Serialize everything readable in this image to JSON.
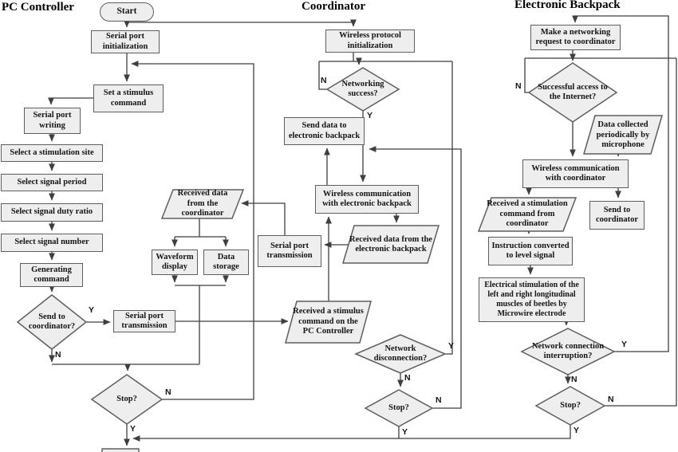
{
  "diagram": {
    "background_color": "#ffffff",
    "node_fill": "#eeeeee",
    "node_border": "#5e5e5e",
    "connector_color": "#3f3f3f",
    "text_color": "#141414"
  },
  "titles": {
    "pc_controller": "PC Controller",
    "coordinator": "Coordinator",
    "electronic_backpack": "Electronic Backpack"
  },
  "branch_labels": {
    "yes": "Y",
    "no": "N"
  },
  "nodes": {
    "start": "Start",
    "serial_port_initialization": "Serial port initialization",
    "set_stimulus_command": "Set a stimulus command",
    "serial_port_writing": "Serial port writing",
    "select_stimulation_site": "Select a stimulation site",
    "select_signal_period": "Select signal period",
    "select_signal_duty_ratio": "Select signal duty ratio",
    "select_signal_number": "Select signal number",
    "generating_command": "Generating command",
    "send_to_coordinator_q": "Send to coordinator?",
    "serial_port_transmission_pc": "Serial port transmission",
    "stop_pc_q": "Stop?",
    "wireless_protocol_initialization": "Wireless protocol initialization",
    "networking_success_q": "Networking success?",
    "send_data_to_backpack": "Send data to electronic backpack",
    "wireless_comm_backpack": "Wireless communication with electronic backpack",
    "received_data_from_backpack": "Received data from the electronic backpack",
    "serial_port_transmission_coord": "Serial port transmission",
    "received_data_from_coordinator": "Received data from the coordinator",
    "waveform_display": "Waveform display",
    "data_storage": "Data storage",
    "received_stimulus_on_pc": "Received a stimulus command on the PC Controller",
    "network_disconnection_q": "Network disconnection?",
    "stop_coord_q": "Stop?",
    "make_networking_request": "Make a networking request to coordinator",
    "successful_access_q": "Successful access to the Internet?",
    "data_collected_microphone": "Data collected periodically by microphone",
    "wireless_comm_coordinator": "Wireless communication with coordinator",
    "received_stimulation_command": "Received a stimulation command from coordinator",
    "send_to_coordinator": "Send to coordinator",
    "instruction_converted": "Instruction converted to level signal",
    "electrical_stimulation": "Electrical stimulation of the left and right longitudinal muscles of beetles by Microwire electrode",
    "network_interruption_q": "Network connection interruption?",
    "stop_backpack_q": "Stop?"
  }
}
